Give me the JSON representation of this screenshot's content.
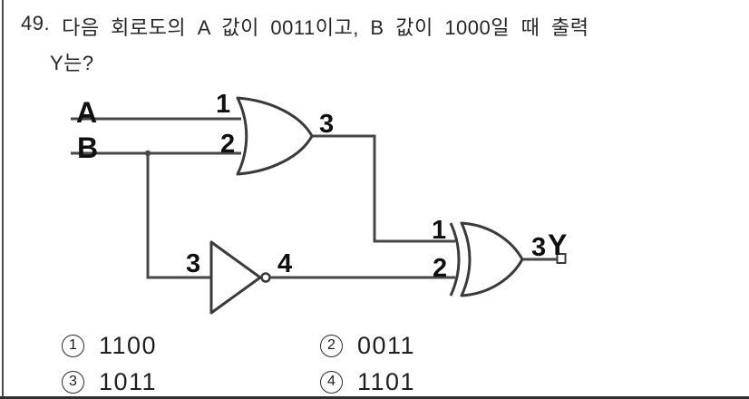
{
  "question": {
    "number": "49.",
    "line1": "다음 회로도의 A 값이 0011이고, B 값이 1000일 때 출력",
    "line2": "Y는?"
  },
  "circuit": {
    "input_a": "A",
    "input_b": "B",
    "or_in1": "1",
    "or_in2": "2",
    "or_out": "3",
    "not_in": "3",
    "not_out": "4",
    "xor_in1": "1",
    "xor_in2": "2",
    "xor_out": "3",
    "output": "Y"
  },
  "colors": {
    "wire": "#474747",
    "gate_outline": "#3a3a3a",
    "label": "#101010",
    "border": "#4a4a4a"
  },
  "options": [
    {
      "digit": "1",
      "value": "1100"
    },
    {
      "digit": "2",
      "value": "0011"
    },
    {
      "digit": "3",
      "value": "1011"
    },
    {
      "digit": "4",
      "value": "1101"
    }
  ]
}
